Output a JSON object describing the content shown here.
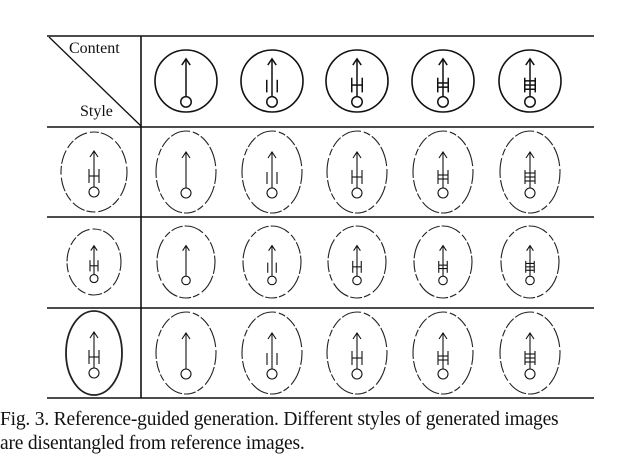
{
  "table": {
    "corner_top_label": "Content",
    "corner_bottom_label": "Style",
    "content_glyphs": [
      "arrow-plain",
      "arrow-double-vertical",
      "arrow-one-crossbar",
      "arrow-two-crossbars",
      "arrow-three-crossbars"
    ],
    "style_rows": [
      {
        "reference": "sketch-round-one-crossbar",
        "generated": [
          "arrow-plain",
          "arrow-double-vertical",
          "arrow-one-crossbar",
          "arrow-two-crossbars",
          "arrow-three-crossbars"
        ]
      },
      {
        "reference": "sketch-small-one-crossbar",
        "generated": [
          "arrow-plain",
          "arrow-double-vertical",
          "arrow-one-crossbar",
          "arrow-two-crossbars",
          "arrow-three-crossbars"
        ]
      },
      {
        "reference": "sketch-tall-bold-one-crossbar",
        "generated": [
          "arrow-plain",
          "arrow-double-vertical",
          "arrow-one-crossbar",
          "arrow-two-crossbars",
          "arrow-three-crossbars"
        ]
      }
    ]
  },
  "caption": {
    "line1": "Fig. 3. Reference-guided generation. Different styles of generated images",
    "line2": "are disentangled from reference images."
  }
}
